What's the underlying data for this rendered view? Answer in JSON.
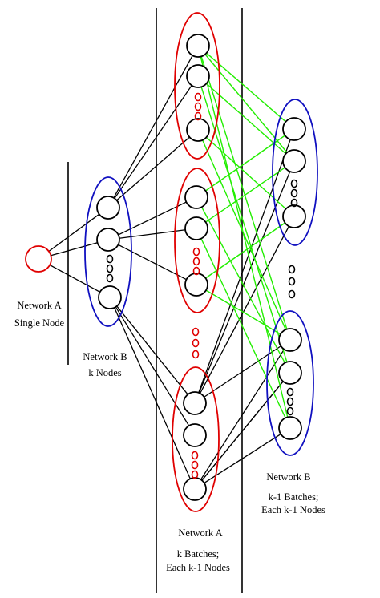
{
  "labels": {
    "single_title": "Network A",
    "single_sub": "Single Node",
    "netb_title": "Network B",
    "netb_sub": "k Nodes",
    "neta_title": "Network A",
    "neta_sub1": "k Batches;",
    "neta_sub2": "Each k-1 Nodes",
    "netb2_title": "Network B",
    "netb2_sub1": "k-1 Batches;",
    "netb2_sub2": "Each k-1 Nodes"
  },
  "colors": {
    "network_a": "#e00000",
    "network_b": "#1010c0",
    "node": "#000000",
    "edge": "#000000",
    "cross_edge": "#22ee00",
    "separator": "#000000"
  }
}
